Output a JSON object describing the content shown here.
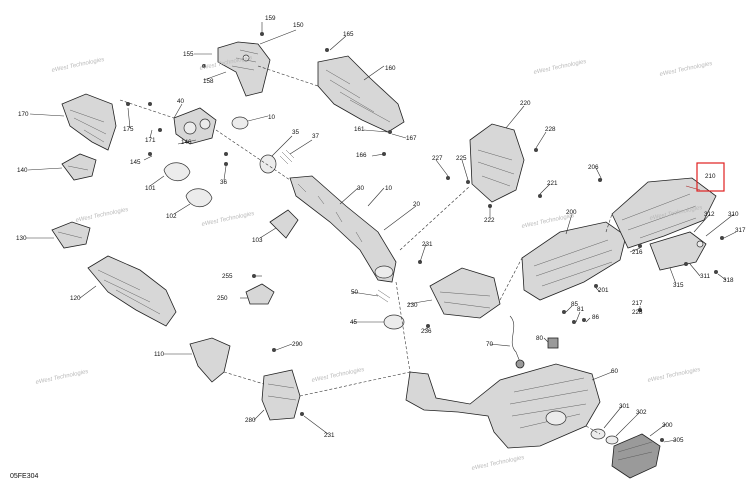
{
  "document_code": "05FE304",
  "highlight_color": "#e02020",
  "highlighted_part": "210",
  "watermark": "eWest Technologies",
  "labels": [
    "159",
    "150",
    "155",
    "158",
    "165",
    "160",
    "170",
    "175",
    "40",
    "171",
    "146",
    "10",
    "145",
    "35",
    "37",
    "161",
    "167",
    "166",
    "220",
    "228",
    "140",
    "101",
    "36",
    "30",
    "10",
    "227",
    "225",
    "221",
    "206",
    "210",
    "102",
    "103",
    "20",
    "222",
    "200",
    "312",
    "310",
    "130",
    "231",
    "216",
    "317",
    "255",
    "50",
    "201",
    "311",
    "318",
    "315",
    "250",
    "230",
    "85",
    "217",
    "228",
    "120",
    "45",
    "81",
    "236",
    "86",
    "80",
    "290",
    "70",
    "110",
    "60",
    "280",
    "231",
    "301",
    "302",
    "300",
    "305"
  ]
}
